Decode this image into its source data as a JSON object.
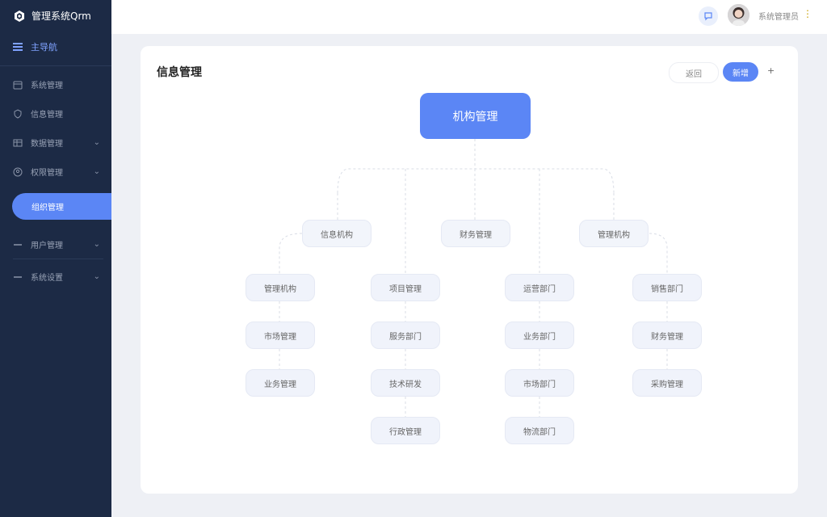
{
  "sidebar": {
    "brand": "管理系统Qrm",
    "top_item": "主导航",
    "items": [
      {
        "label": "系统管理",
        "expand": false
      },
      {
        "label": "信息管理",
        "expand": false
      },
      {
        "label": "数据管理",
        "expand": true
      },
      {
        "label": "权限管理",
        "expand": true
      }
    ],
    "active": "组织管理",
    "bottom_items": [
      {
        "label": "用户管理",
        "expand": true
      },
      {
        "label": "系统设置",
        "expand": true
      }
    ]
  },
  "topbar": {
    "username": "系统管理员",
    "more": "⋮"
  },
  "card": {
    "title": "信息管理",
    "btn_ghost": "返回",
    "btn_primary": "新增",
    "btn_plus": "+"
  },
  "org": {
    "root": "机构管理",
    "level1": [
      "信息机构",
      "财务管理",
      "管理机构"
    ],
    "columns": [
      [
        "管理机构",
        "市场管理",
        "业务管理"
      ],
      [
        "项目管理",
        "服务部门",
        "技术研发",
        "行政管理"
      ],
      [
        "运营部门",
        "业务部门",
        "市场部门",
        "物流部门"
      ],
      [
        "销售部门",
        "财务管理",
        "采购管理"
      ]
    ]
  },
  "colors": {
    "accent": "#5b86f5",
    "sidebar_bg": "#1c2a45"
  }
}
